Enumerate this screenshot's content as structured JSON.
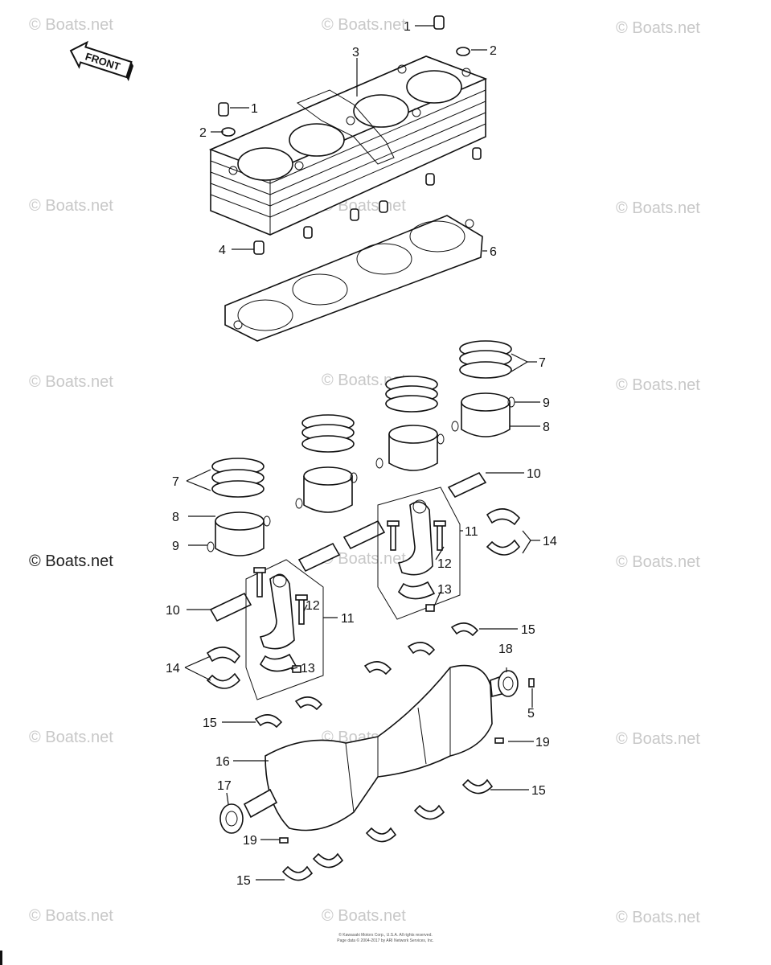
{
  "watermark": {
    "text": "© Boats.net"
  },
  "front_label": "FRONT",
  "callouts": [
    "1",
    "2",
    "3",
    "1",
    "2",
    "4",
    "6",
    "7",
    "9",
    "8",
    "10",
    "7",
    "8",
    "9",
    "11",
    "14",
    "12",
    "13",
    "10",
    "12",
    "11",
    "14",
    "13",
    "15",
    "18",
    "5",
    "15",
    "19",
    "16",
    "17",
    "15",
    "19",
    "15"
  ],
  "copyright": [
    "© Kawasaki Motors Corp., U.S.A. All rights reserved.",
    "Page data © 2004-2017 by ARI Network Services, Inc."
  ],
  "colors": {
    "line": "#111111",
    "watermark": "#c8c8c8",
    "background": "#ffffff"
  }
}
